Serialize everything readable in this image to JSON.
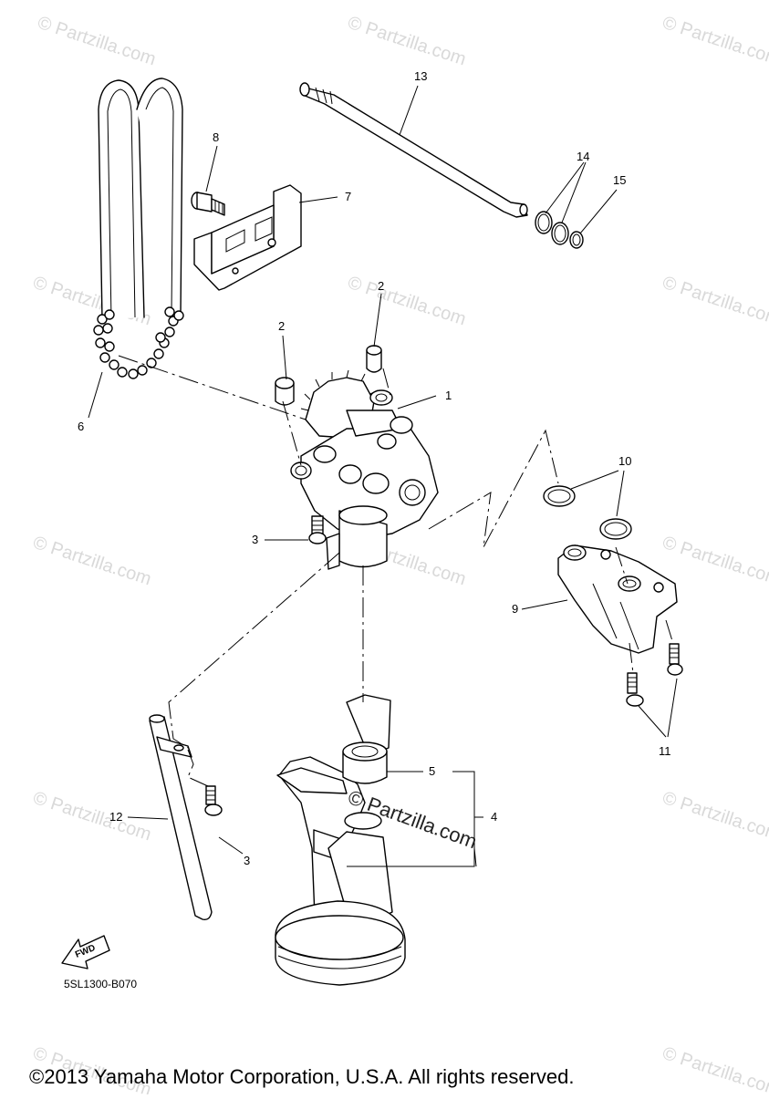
{
  "diagram": {
    "watermark_text": "© Partzilla.com",
    "center_watermark": "© Partzilla.com",
    "fwd_label": "FWD",
    "drawing_code": "5SL1300-B070",
    "copyright": "©2013 Yamaha Motor Corporation, U.S.A. All rights reserved.",
    "callouts": {
      "c1": "1",
      "c2a": "2",
      "c2b": "2",
      "c3a": "3",
      "c3b": "3",
      "c4": "4",
      "c5": "5",
      "c6": "6",
      "c7": "7",
      "c8": "8",
      "c9": "9",
      "c10": "10",
      "c11": "11",
      "c12": "12",
      "c13": "13",
      "c14": "14",
      "c15": "15"
    }
  }
}
